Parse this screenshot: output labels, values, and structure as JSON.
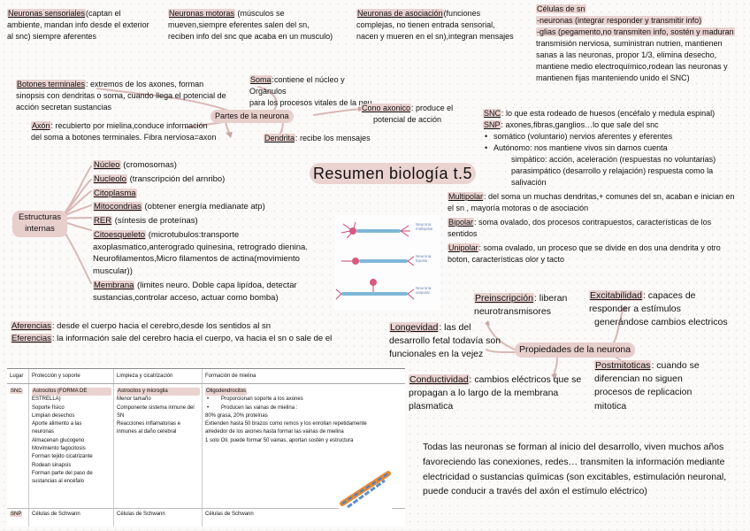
{
  "title": "Resumen biología t.5",
  "top": {
    "sensoriales": {
      "head": "Neuronas sensoriales",
      "rest": "(captan el",
      "l2": "ambiente, mandan info desde el exterior",
      "l3": "al snc) siempre aferentes"
    },
    "motoras": {
      "head": "Neuronas motoras",
      "rest": " (músculos se",
      "l2": "mueven,siempre eferentes salen del sn,",
      "l3": "reciben info del snc que acaba en un musculo)"
    },
    "asociacion": {
      "head": "Neuronas de asociación",
      "rest": "(funciones",
      "l2": "complejas, no tienen entrada sensorial,",
      "l3": "nacen y mueren en el sn),integran mensajes"
    },
    "celulas": {
      "head": "Células de sn",
      "l1": "-neuronas (integrar responder y transmitir info)",
      "l2": "-glias (pegamento,no transmiten info, sostén y maduran",
      "l3": "transmisión nerviosa, suministran nutrien, mantienen",
      "l4": "sanas a las neuronas, propor 1/3, elimina desecho,",
      "l5": "mantiene medio electroquímico,rodean las neuronas y",
      "l6": "mantienen fijas manteniendo unido el SNC)"
    }
  },
  "partes": {
    "center": "Partes de la neurona",
    "botones": {
      "head": "Botones terminales",
      "rest": ": extremos de los axones, forman",
      "l2": "sinopsis con dendritas o soma, cuando llega el potencial de",
      "l3": "acción secretan sustancias"
    },
    "axon": {
      "head": "Axón",
      "rest": ": recubierto por mielina,conduce información",
      "l2": "del soma a botones terminales. Fibra nerviosa=axon"
    },
    "soma": {
      "head": "Soma",
      "rest": ":contiene el núcleo y Orgánulos",
      "l2": "para los procesos vitales de la neu"
    },
    "cono": {
      "head": "Cono axonico",
      "rest": ": produce el",
      "l2": "potencial de acción"
    },
    "dendrita": {
      "head": "Dendrita",
      "rest": ": recibe los mensajes"
    }
  },
  "snc": {
    "snc_head": "SNC",
    "snc_rest": ": lo que esta rodeado de huesos (encéfalo y medula espinal)",
    "snp_head": "SNP",
    "snp_rest": ": axones,fibras,ganglios…lo que sale del snc",
    "b1": "somático (voluntario) nervios aferentes y eferentes",
    "b2": "Autónomo: nos mantiene vivos sin darnos cuenta",
    "b2a": "simpático: acción, aceleración (respuestas no voluntarias)",
    "b2b": "parasimpático (desarrollo y relajación) respuesta como la salivación"
  },
  "estructuras": {
    "center": "Estructuras internas",
    "center_l1": "Estructuras",
    "center_l2": "internas",
    "nucleo": {
      "head": "Núcleo",
      "rest": " (cromosomas)"
    },
    "nucleolo": {
      "head": "Nucleolo",
      "rest": " (transcripción del arnribo)"
    },
    "citoplasma": {
      "head": "Citoplasma",
      "rest": ""
    },
    "mitocondrias": {
      "head": "Mitocondrias",
      "rest": " (obtener energía medianate atp)"
    },
    "rer": {
      "head": "RER",
      "rest": " (síntesis de proteínas)"
    },
    "citoesqueleto": {
      "head": "Citoesqueleto",
      "rest": " (microtubulos:transporte",
      "l2": "axoplasmatico,anterogrado quinesina, retrogrado dienina.",
      "l3": "Neurofilamentos,Micro filamentos de actina(movimiento",
      "l4": "muscular))"
    },
    "membrana": {
      "head": "Membrana",
      "rest": " (limites neuro. Doble capa lipídoa, detectar",
      "l2": "sustancias,controlar acceso, actuar como bomba)"
    }
  },
  "tipos": {
    "multipolar": {
      "head": "Multipolar",
      "rest": ": del soma un muchas dendritas,+ comunes del sn, acaban e inician en",
      "l2": "el sn , mayoría motoras o de asociación"
    },
    "bipolar": {
      "head": "Bipolar",
      "rest": ": soma ovalado, dos procesos contrapuestos, características de los",
      "l2": "sentidos"
    },
    "unipolar": {
      "head": "Unipolar",
      "rest": ": soma ovalado, un proceso que se divide en dos una dendrita y otro",
      "l2": "boton, características olor y tacto"
    }
  },
  "figure_labels": {
    "multi": "Neurona multipolar",
    "bi": "Neurona bipolar",
    "uni": "Neurona unipolar"
  },
  "aferencias": {
    "head": "Aferencias",
    "rest": ": desde el cuerpo hacia el cerebro,desde los sentidos al sn"
  },
  "eferencias": {
    "head": "Eferencias",
    "rest": ": la información sale del cerebro hacia el cuerpo, va hacia el sn o sale de el"
  },
  "propiedades": {
    "center": "Propiedades de la neurona",
    "preinscripcion": {
      "head": "Preinscripción",
      "rest": ": liberan",
      "l2": "neurotransmisores"
    },
    "excitabilidad": {
      "head": "Excitabilidad",
      "rest": ": capaces de",
      "l2": "responder a estímulos",
      "l3": "generándose cambios electricos"
    },
    "longevidad": {
      "head": "Longevidad",
      "rest": ": las del",
      "l2": "desarrollo fetal todavía son",
      "l3": "funcionales en la vejez"
    },
    "conductividad": {
      "head": "Conductividad",
      "rest": ": cambios eléctricos que se",
      "l2": "propagan a lo largo de la membrana",
      "l3": "plasmatica"
    },
    "postmitoticas": {
      "head": "Postmitoticas",
      "rest": ": cuando se",
      "l2": "diferencian no siguen",
      "l3": "procesos de replicacion",
      "l4": "mitotica"
    }
  },
  "conclusion": {
    "l1": "Todas las neuronas se forman al inicio del desarrollo, viven muchos años",
    "l2": "favoreciendo las conexiones, redes… transmiten la información mediante",
    "l3": "electricidad o sustancias químicas (son excitables, estimulación neuronal,",
    "l4": "puede conducir a través del axón el estímulo eléctrico)"
  },
  "table": {
    "headers": [
      "Lugar",
      "Protección y soporte",
      "Limpieza y cicatrización",
      "Formación de mielina"
    ],
    "snc_label": "SNC",
    "snp_label": "SNP",
    "col1": [
      "Astrocitos (FORMA DE",
      "ESTRELLA)",
      "Soporte físico",
      "Limpian desechos",
      "Aporte alimento a las",
      "neuronas",
      "Almacenan glucogeno",
      "Movimiento fagocitosis",
      "Forman tejido cicatrizante",
      "Rodean sinapsis",
      "Forman parte del paso de",
      "sustancias al encéfalo"
    ],
    "col2": [
      "Astrocitos y microglia",
      "Menor tamaño",
      "Componente sistema inmune del",
      "SN",
      "Reacciones inflamatorias e",
      "inmunes al daño cerebral"
    ],
    "col3_head": "Oligodendrocitos",
    "col3_b1": "Proporcionan soporte a los axones",
    "col3_b2": "Producen las vainas de mielina :",
    "col3": [
      "80% grasa, 20% proteínas",
      "Extienden hasta 50 brazos como remos y los enrollan repetidamente",
      "alrededor de los axones hasta formar las vainas de mielina",
      "1 solo Oli. puede formar 50 vainas, aportan sostén y estructura"
    ],
    "snp_row": [
      "Células de Schwann",
      "Células de Schwann",
      "Células de Schwann"
    ]
  }
}
